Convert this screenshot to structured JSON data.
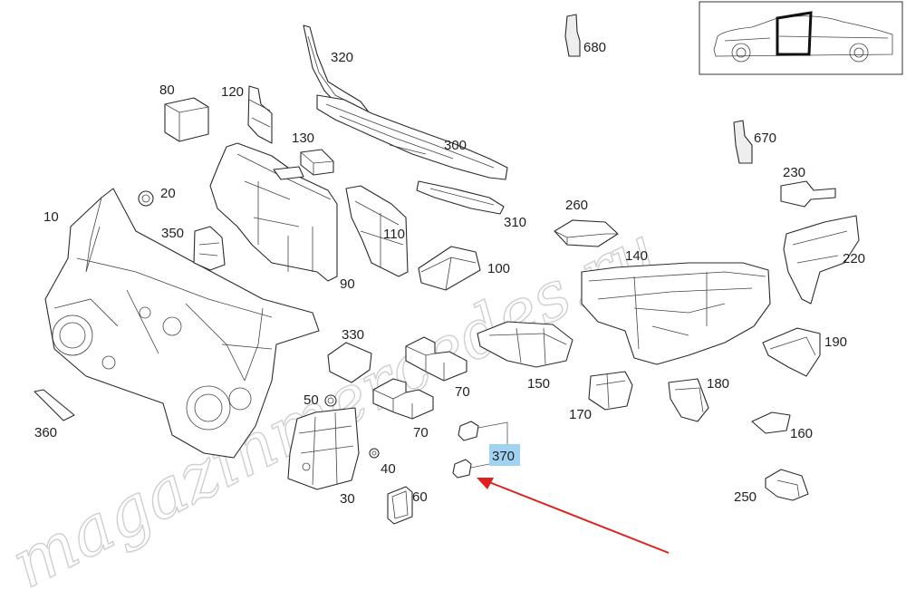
{
  "watermark": "magazinmercedes.ru",
  "highlight_color": "#9fd3ef",
  "arrow_color": "#e0201b",
  "parts": [
    {
      "id": "10",
      "label": "10"
    },
    {
      "id": "20",
      "label": "20"
    },
    {
      "id": "30",
      "label": "30"
    },
    {
      "id": "40",
      "label": "40"
    },
    {
      "id": "50",
      "label": "50"
    },
    {
      "id": "60",
      "label": "60"
    },
    {
      "id": "70a",
      "label": "70"
    },
    {
      "id": "70b",
      "label": "70"
    },
    {
      "id": "80",
      "label": "80"
    },
    {
      "id": "90",
      "label": "90"
    },
    {
      "id": "100",
      "label": "100"
    },
    {
      "id": "110",
      "label": "110"
    },
    {
      "id": "120",
      "label": "120"
    },
    {
      "id": "130",
      "label": "130"
    },
    {
      "id": "140",
      "label": "140"
    },
    {
      "id": "150",
      "label": "150"
    },
    {
      "id": "160",
      "label": "160"
    },
    {
      "id": "170",
      "label": "170"
    },
    {
      "id": "180",
      "label": "180"
    },
    {
      "id": "190",
      "label": "190"
    },
    {
      "id": "220",
      "label": "220"
    },
    {
      "id": "230",
      "label": "230"
    },
    {
      "id": "250",
      "label": "250"
    },
    {
      "id": "260",
      "label": "260"
    },
    {
      "id": "300",
      "label": "300"
    },
    {
      "id": "310",
      "label": "310"
    },
    {
      "id": "320",
      "label": "320"
    },
    {
      "id": "330",
      "label": "330"
    },
    {
      "id": "350",
      "label": "350"
    },
    {
      "id": "360",
      "label": "360"
    },
    {
      "id": "370",
      "label": "370",
      "highlighted": true
    },
    {
      "id": "670",
      "label": "670"
    },
    {
      "id": "680",
      "label": "680"
    }
  ]
}
